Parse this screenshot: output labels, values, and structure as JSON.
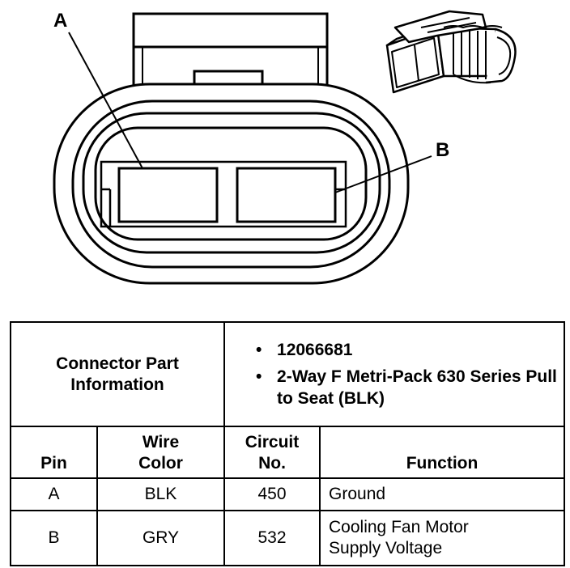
{
  "diagram": {
    "label_a": "A",
    "label_b": "B"
  },
  "connector_info": {
    "title": "Connector Part Information",
    "bullets": [
      "12066681",
      "2-Way F Metri-Pack 630 Series Pull to Seat (BLK)"
    ]
  },
  "pin_table": {
    "headers": {
      "pin": "Pin",
      "wire_color": "Wire Color",
      "circuit_no": "Circuit No.",
      "function": "Function"
    },
    "rows": [
      {
        "pin": "A",
        "wire_color": "BLK",
        "circuit": "450",
        "function": "Ground"
      },
      {
        "pin": "B",
        "wire_color": "GRY",
        "circuit": "532",
        "function": "Cooling Fan Motor Supply Voltage"
      }
    ]
  }
}
